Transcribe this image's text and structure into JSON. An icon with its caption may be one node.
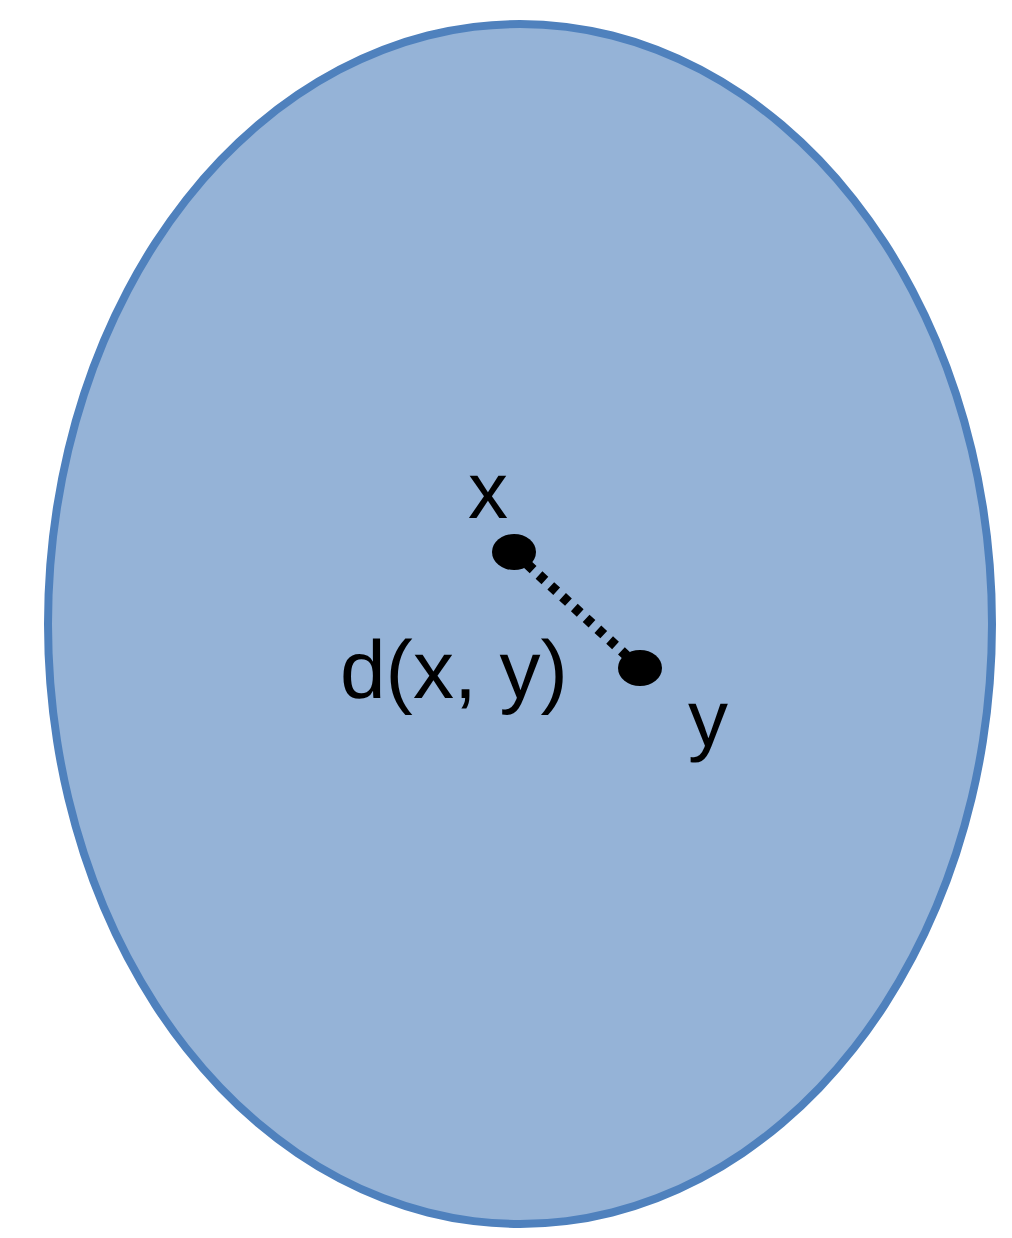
{
  "diagram": {
    "nodes": [
      {
        "text": [],
        "shape": "ellipse"
      },
      {
        "text": [],
        "shape": "circle",
        "beside": [
          "x"
        ],
        "in": 0
      },
      {
        "text": [],
        "shape": "circle",
        "beside": [
          "y"
        ],
        "in": 0
      }
    ],
    "edges": [
      {
        "from": 1,
        "to": 2,
        "arrow": "none",
        "style": "dashed",
        "label": "d(x, y)"
      }
    ]
  }
}
